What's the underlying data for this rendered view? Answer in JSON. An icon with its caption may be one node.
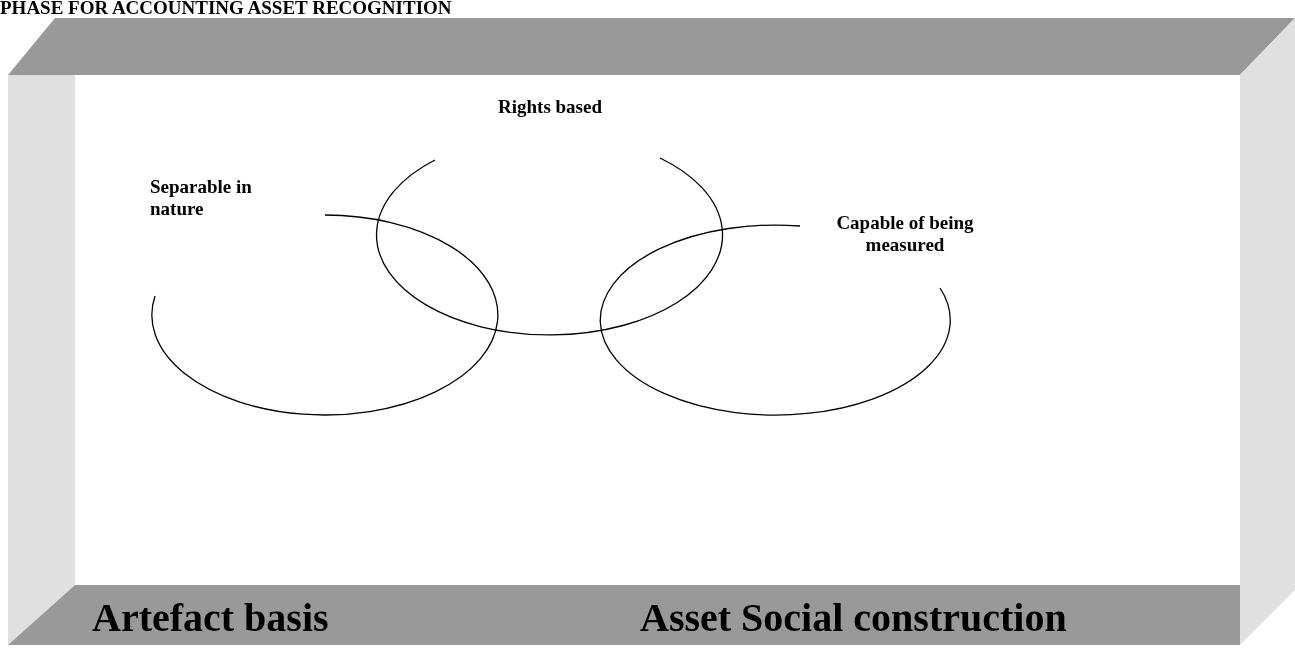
{
  "diagram": {
    "title": "PHASE FOR ACCOUNTING ASSET RECOGNITION",
    "nodes": [
      {
        "text": [
          "Rights based"
        ]
      },
      {
        "text": [
          "Separable in nature"
        ]
      },
      {
        "text": [
          "Capable of being measured"
        ]
      }
    ],
    "labels": [
      "Artefact basis",
      "Asset Social construction"
    ]
  }
}
